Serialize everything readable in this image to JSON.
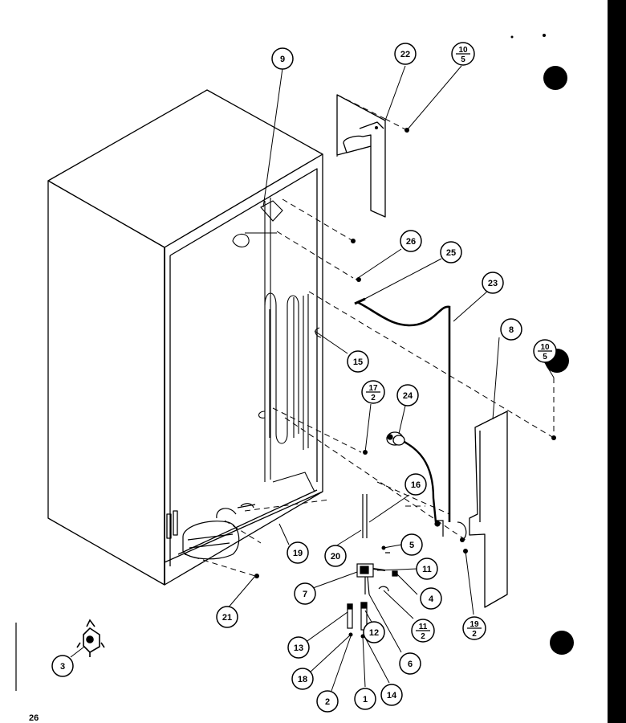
{
  "page_number": "26",
  "callouts": {
    "c9": "9",
    "c22": "22",
    "c26": "26",
    "c25": "25",
    "c23": "23",
    "c8": "8",
    "c15": "15",
    "c24": "24",
    "c16": "16",
    "c5": "5",
    "c11": "11",
    "c19": "19",
    "c20": "20",
    "c7": "7",
    "c4": "4",
    "c21": "21",
    "c13": "13",
    "c12": "12",
    "c6": "6",
    "c18": "18",
    "c2": "2",
    "c1": "1",
    "c14": "14",
    "c3": "3"
  },
  "fractions": {
    "f10_5_top": {
      "num": "10",
      "den": "5"
    },
    "f10_5_mid": {
      "num": "10",
      "den": "5"
    },
    "f17_2": {
      "num": "17",
      "den": "2"
    },
    "f11_2": {
      "num": "11",
      "den": "2"
    },
    "f19_2": {
      "num": "19",
      "den": "2"
    }
  },
  "colors": {
    "line": "#000000",
    "paper": "#ffffff",
    "binding": "#000000"
  }
}
